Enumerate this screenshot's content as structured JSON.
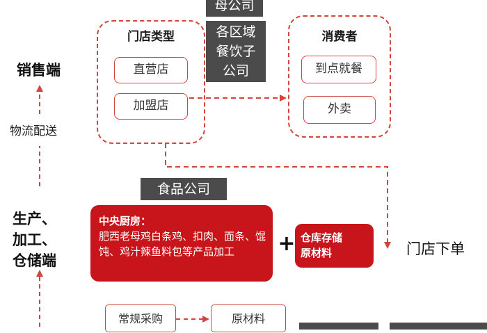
{
  "nodes": {
    "parent_company": "母公司",
    "district_catering": "各区域\n餐饮子\n公司",
    "store_types": "门店类型",
    "direct_store": "直营店",
    "franchise_store": "加盟店",
    "consumer": "消费者",
    "dine_in": "到点就餐",
    "takeout": "外卖",
    "food_company": "食品公司",
    "central_kitchen_title": "中央厨房：",
    "central_kitchen_desc": "肥西老母鸡白条鸡、扣肉、面条、馄饨、鸡汁辣鱼料包等产品加工",
    "plus": "+",
    "warehouse": "仓库存储\n原材料",
    "store_order": "门店下单",
    "regular_purchase": "常规采购",
    "raw_material": "原材料"
  },
  "side_labels": {
    "sales_end": "销售端",
    "logistics": "物流配送",
    "production_end": "生产、\n加工、\n仓储端"
  },
  "colors": {
    "accent": "#d1453b",
    "kitchen_red": "#c8141b",
    "label_grey": "#4b4b4b"
  }
}
